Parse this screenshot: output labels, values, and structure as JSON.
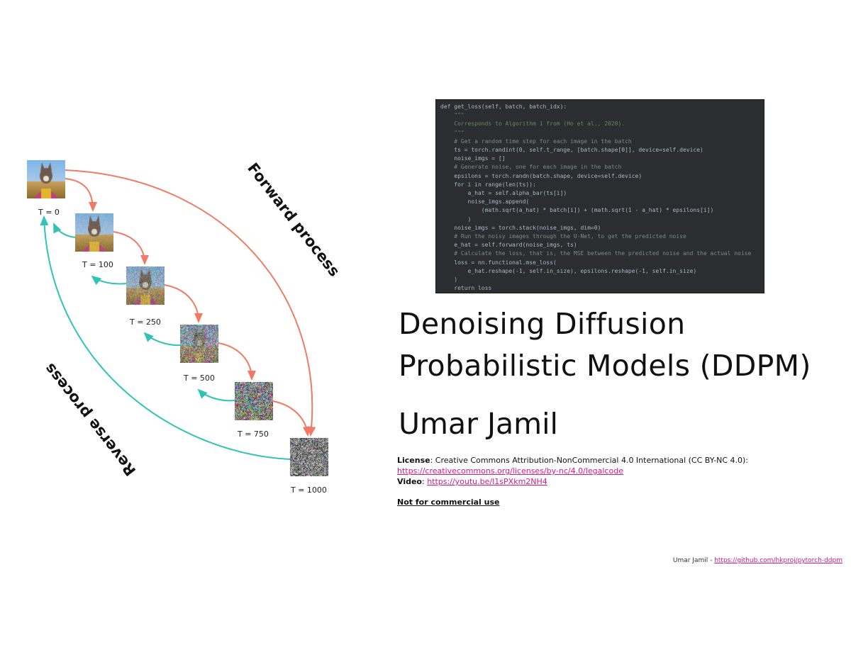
{
  "diagram": {
    "steps": [
      {
        "label": "T = 0",
        "noise": 0.0
      },
      {
        "label": "T = 100",
        "noise": 0.12
      },
      {
        "label": "T = 250",
        "noise": 0.35
      },
      {
        "label": "T = 500",
        "noise": 0.65
      },
      {
        "label": "T = 750",
        "noise": 0.92
      },
      {
        "label": "T = 1000",
        "noise": 1.0
      }
    ],
    "forward_label": "Forward process",
    "reverse_label": "Reverse process",
    "forward_color": "#f07a63",
    "reverse_color": "#2fc4b6"
  },
  "code": {
    "lines": [
      "def get_loss(self, batch, batch_idx):",
      "    \"\"\"",
      "    Corresponds to Algorithm 1 from (Ho et al., 2020).",
      "    \"\"\"",
      "    # Get a random time step for each image in the batch",
      "    ts = torch.randint(0, self.t_range, [batch.shape[0]], device=self.device)",
      "    noise_imgs = []",
      "    # Generate noise, one for each image in the batch",
      "    epsilons = torch.randn(batch.shape, device=self.device)",
      "    for i in range(len(ts)):",
      "        a_hat = self.alpha_bar(ts[i])",
      "        noise_imgs.append(",
      "            (math.sqrt(a_hat) * batch[i]) + (math.sqrt(1 - a_hat) * epsilons[i])",
      "        )",
      "    noise_imgs = torch.stack(noise_imgs, dim=0)",
      "    # Run the noisy images through the U-Net, to get the predicted noise",
      "    e_hat = self.forward(noise_imgs, ts)",
      "    # Calculate the loss, that is, the MSE between the predicted noise and the actual noise",
      "    loss = nn.functional.mse_loss(",
      "        e_hat.reshape(-1, self.in_size), epsilons.reshape(-1, self.in_size)",
      "    )",
      "    return loss"
    ]
  },
  "title": {
    "line1": "Denoising Diffusion",
    "line2": "Probabilistic Models (DDPM)"
  },
  "author": "Umar Jamil",
  "license": {
    "label": "License",
    "text": ": Creative Commons Attribution-NonCommercial 4.0 International (CC BY-NC 4.0):",
    "url": "https://creativecommons.org/licenses/by-nc/4.0/legalcode"
  },
  "video": {
    "label": "Video",
    "sep": ": ",
    "url": "https://youtu.be/I1sPXkm2NH4"
  },
  "notice": "Not for commercial use",
  "footer": {
    "prefix": "Umar Jamil - ",
    "url": "https://github.com/hkproj/pytorch-ddpm"
  }
}
